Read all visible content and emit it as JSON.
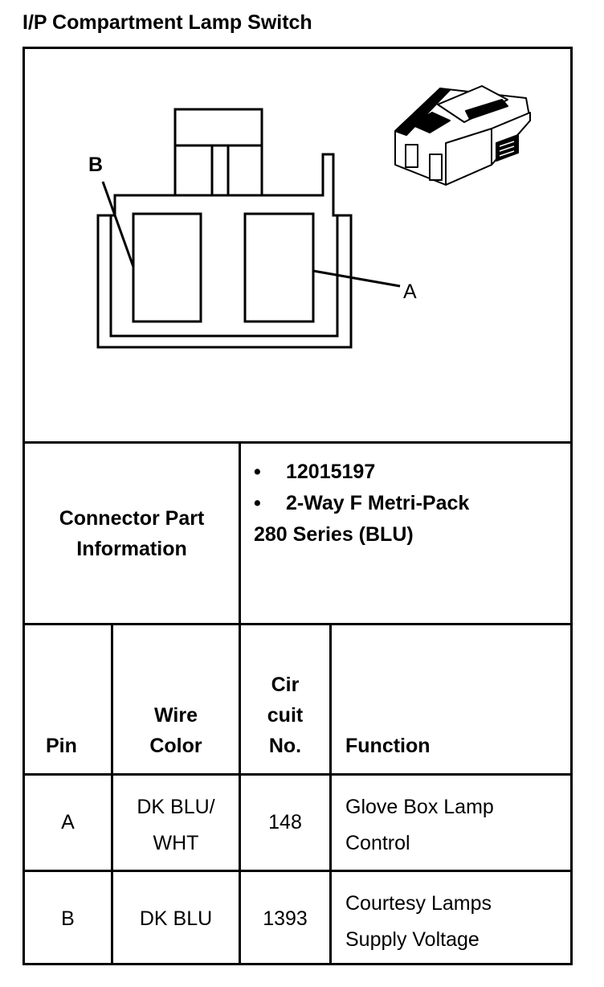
{
  "title": "I/P Compartment Lamp Switch",
  "diagram": {
    "callout_b": "B",
    "callout_a": "A"
  },
  "connector_info": {
    "label_line1": "Connector Part",
    "label_line2": "Information",
    "part_number": "12015197",
    "description": "2-Way F Metri-Pack",
    "series": "280 Series (BLU)",
    "bullet": "•"
  },
  "table": {
    "headers": {
      "pin": "Pin",
      "wire_color_line1": "Wire",
      "wire_color_line2": "Color",
      "circuit_line1": "Cir",
      "circuit_line2": "cuit",
      "circuit_line3": "No.",
      "function": "Function"
    },
    "rows": [
      {
        "pin": "A",
        "color_line1": "DK BLU/",
        "color_line2": "WHT",
        "circuit": "148",
        "function_line1": "Glove Box Lamp",
        "function_line2": "Control"
      },
      {
        "pin": "B",
        "color_line1": "DK BLU",
        "circuit": "1393",
        "function_line1": "Courtesy Lamps",
        "function_line2": "Supply Voltage"
      }
    ]
  }
}
